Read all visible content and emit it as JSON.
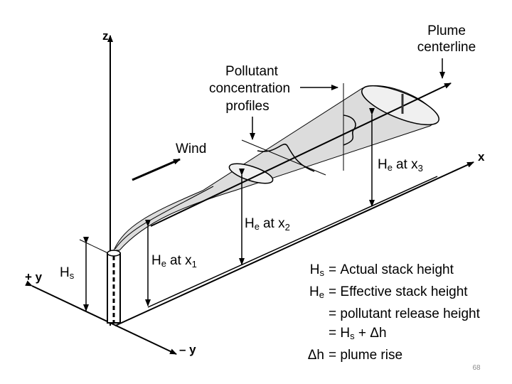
{
  "axes": {
    "z": "z",
    "x": "x",
    "plus_y": "+ y",
    "minus_y": "– y"
  },
  "labels": {
    "plume_centerline_1": "Plume",
    "plume_centerline_2": "centerline",
    "profiles_1": "Pollutant",
    "profiles_2": "concentration",
    "profiles_3": "profiles",
    "wind": "Wind",
    "hs_main": "H",
    "hs_sub": "s",
    "he_main": "H",
    "he_sub": "e",
    "at_x": "at x",
    "x1_sub": "1",
    "x2_sub": "2",
    "x3_sub": "3"
  },
  "legend": [
    {
      "key_main": "H",
      "key_sub": "s",
      "eq": "=",
      "text": "Actual stack height"
    },
    {
      "key_main": "H",
      "key_sub": "e",
      "eq": "=",
      "text": "Effective stack height"
    },
    {
      "key_main": "",
      "key_sub": "",
      "eq": "=",
      "text": "pollutant release height"
    },
    {
      "key_main": "",
      "key_sub": "",
      "eq": "=",
      "text_main": "H",
      "text_sub": "s",
      "text_rest": " + Δh"
    },
    {
      "key_main": "Δh",
      "key_sub": "",
      "eq": "=",
      "text": "plume rise"
    }
  ],
  "page_number": "68"
}
